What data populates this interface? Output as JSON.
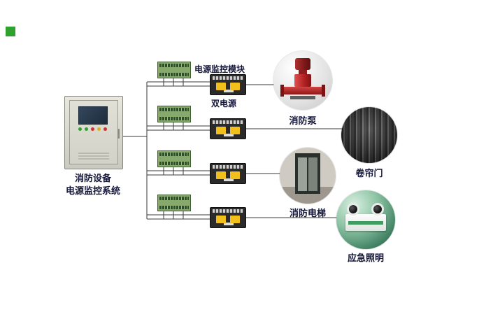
{
  "diagram": {
    "cabinet_label_line1": "消防设备",
    "cabinet_label_line2": "电源监控系统",
    "module_label": "电源监控模块",
    "dual_power_label": "双电源",
    "branches": [
      {
        "device": "消防泵"
      },
      {
        "device": "卷帘门"
      },
      {
        "device": "消防电梯"
      },
      {
        "device": "应急照明"
      }
    ],
    "colors": {
      "wire": "#3a3a3a",
      "label_text": "#14163a",
      "legend_green": "#2fa12f",
      "module_green": "#87a96b",
      "ats_yellow": "#f2c01d",
      "pump_red": "#c62828"
    }
  }
}
